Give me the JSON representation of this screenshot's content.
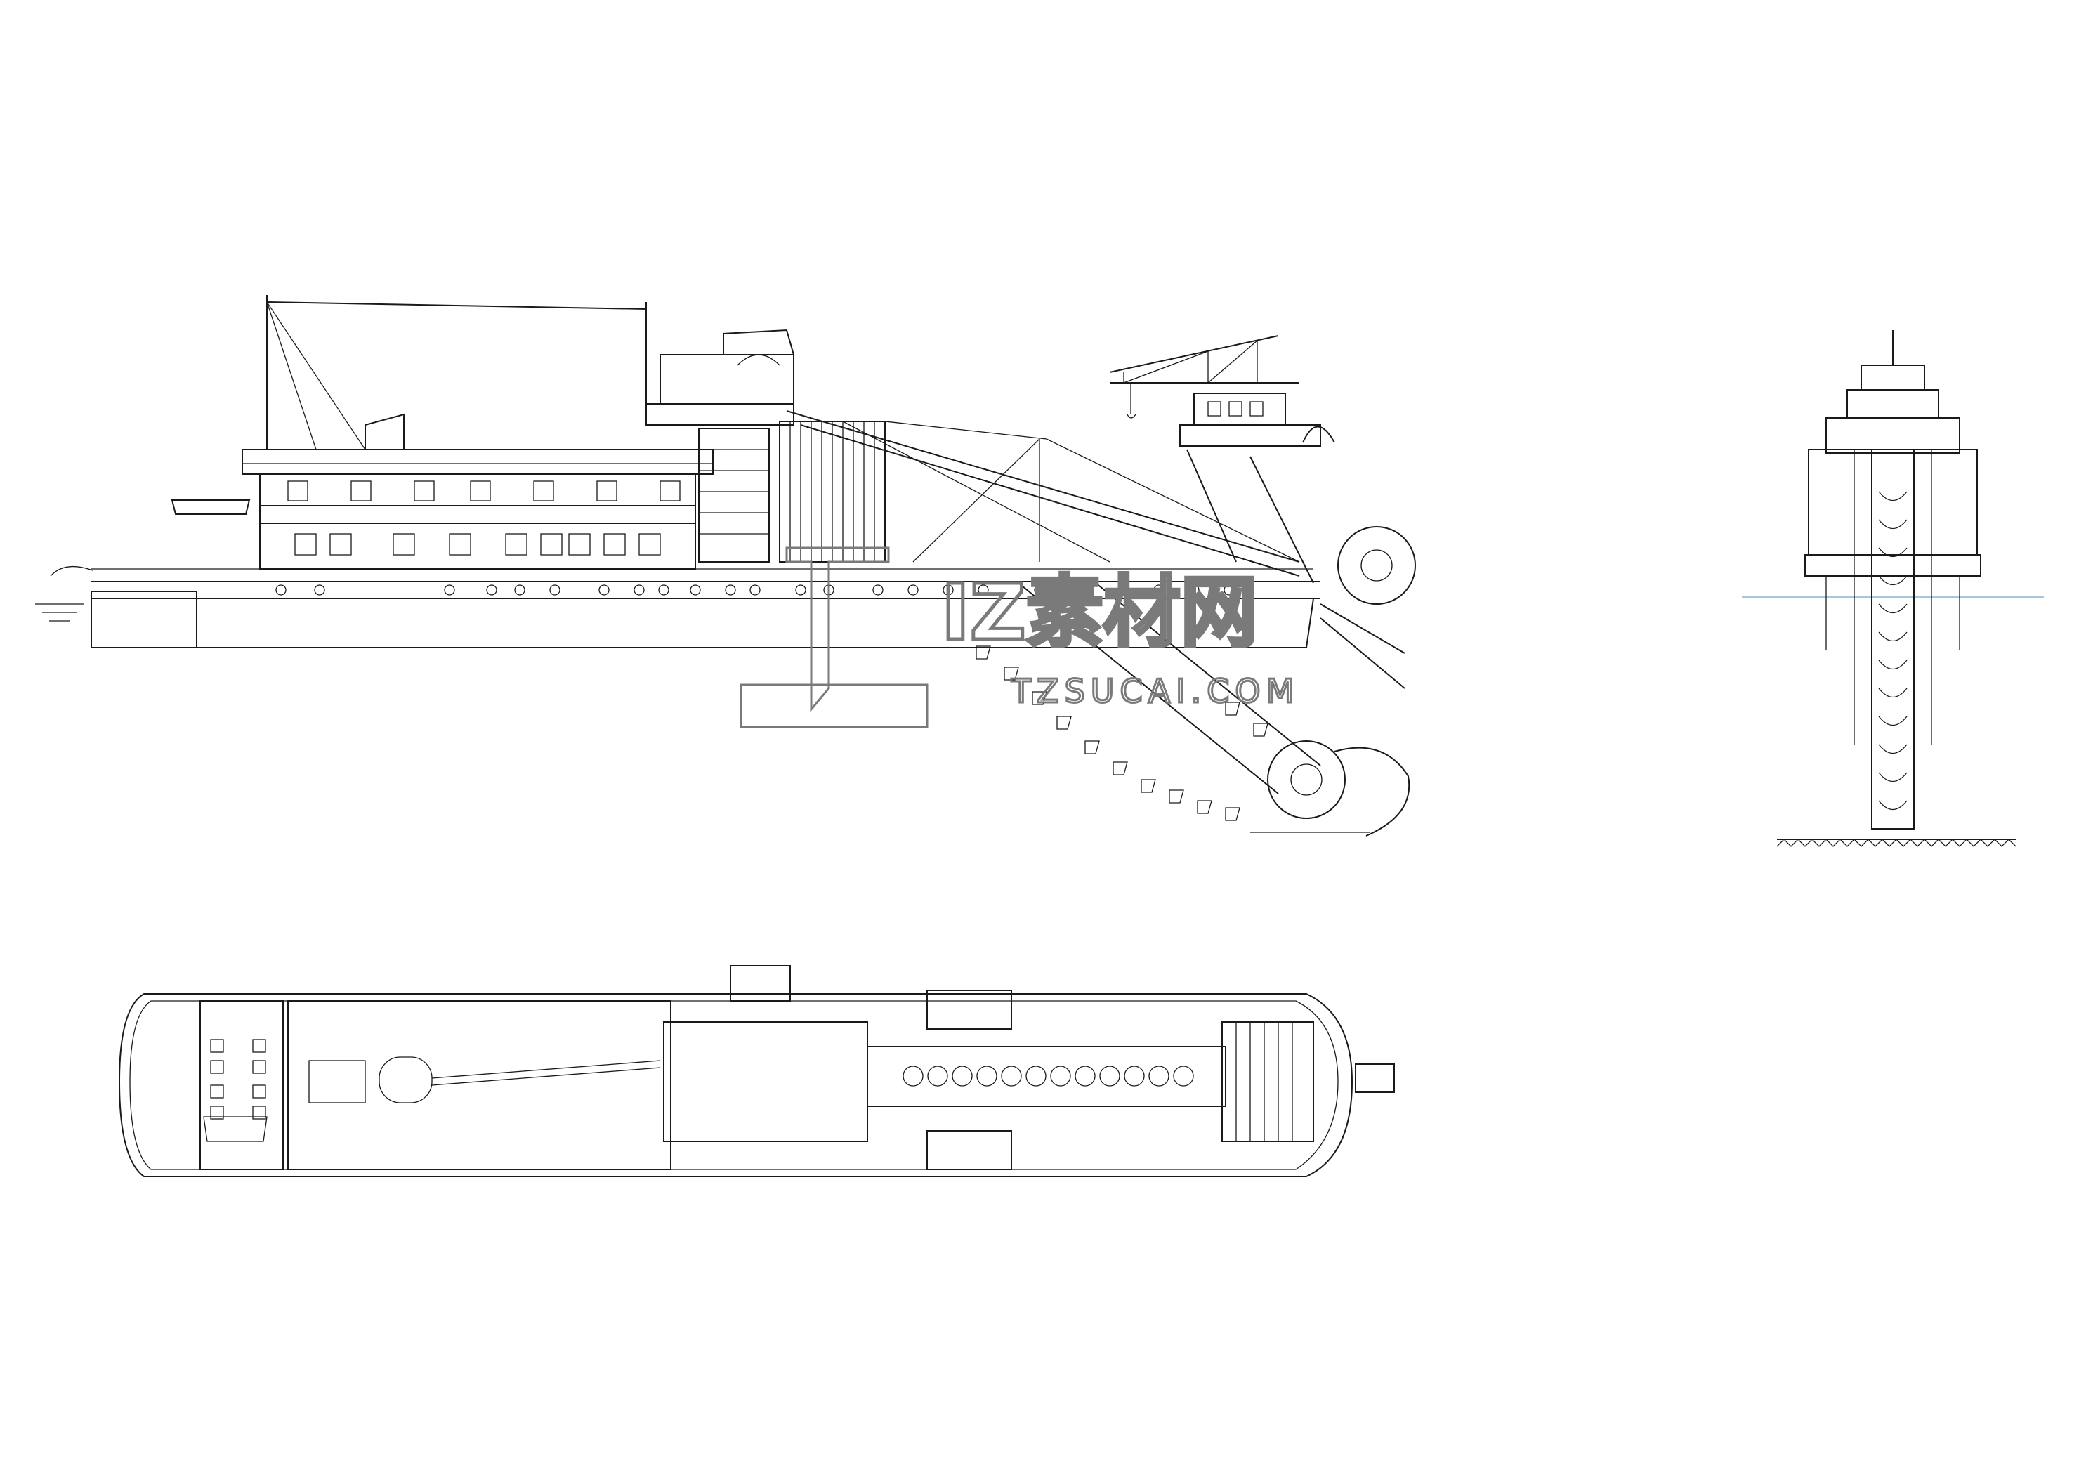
{
  "drawing": {
    "title_views": [
      "side-elevation",
      "front-elevation",
      "plan-view"
    ],
    "accent_colors": {
      "line": "#1a1a1a",
      "waterline": "#6fa8c8",
      "watermark": "#7a7a7a"
    }
  },
  "watermark": {
    "brand": "IZ素材网",
    "domain": "TZSUCAI.COM"
  }
}
